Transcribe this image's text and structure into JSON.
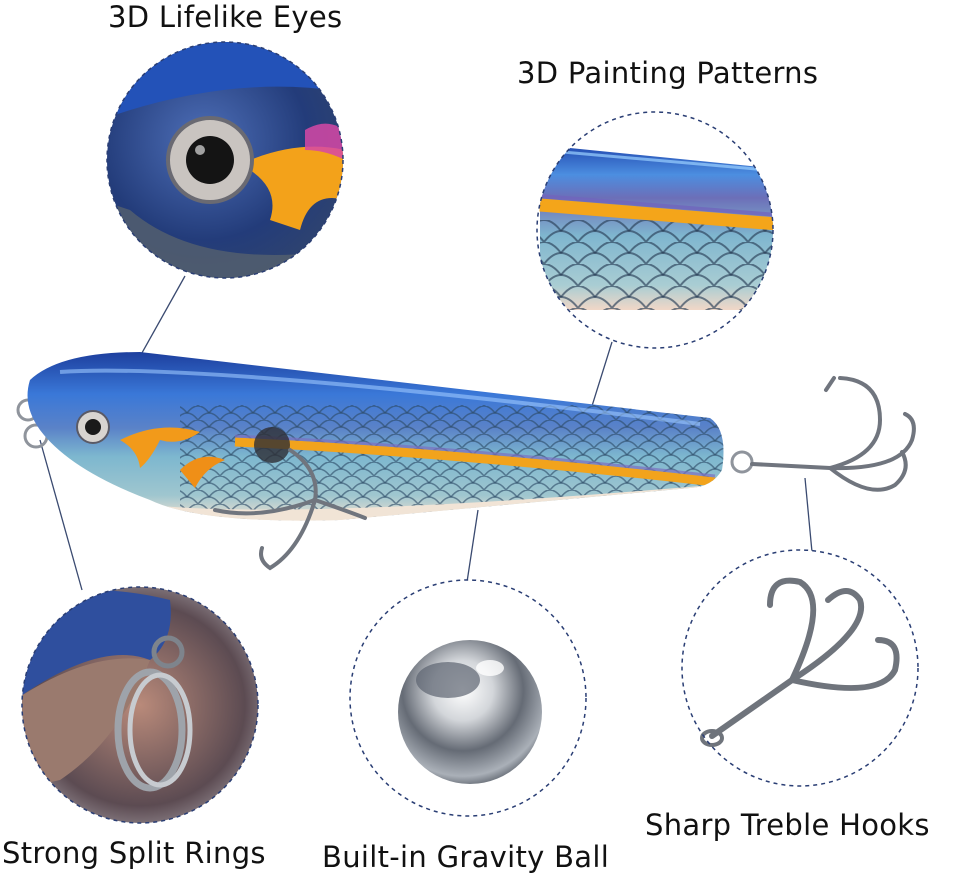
{
  "features": {
    "eyes": {
      "label": "3D Lifelike Eyes",
      "icon": "eye-closeup"
    },
    "painting": {
      "label": "3D Painting Patterns",
      "icon": "scale-pattern-closeup"
    },
    "rings": {
      "label": "Strong Split Rings",
      "icon": "split-ring-closeup"
    },
    "ball": {
      "label": "Built-in Gravity Ball",
      "icon": "steel-ball-closeup"
    },
    "hooks": {
      "label": "Sharp Treble Hooks",
      "icon": "treble-hook-closeup"
    }
  },
  "colors": {
    "body_blue": "#2e63c8",
    "stripe_orange": "#f2a31c",
    "scale_teal": "#6fb0c8",
    "belly": "#f0e3d6",
    "dash_circle": "#2a3e74",
    "metal": "#8a8f98"
  }
}
